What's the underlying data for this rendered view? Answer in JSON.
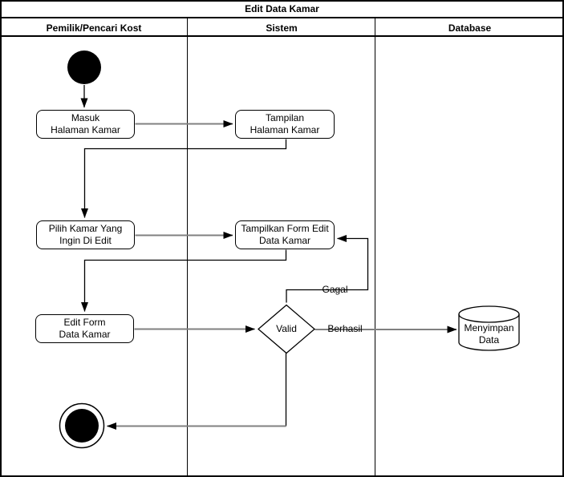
{
  "diagram": {
    "title": "Edit Data Kamar",
    "lanes": [
      {
        "label": "Pemilik/Pencari Kost"
      },
      {
        "label": "Sistem"
      },
      {
        "label": "Database"
      }
    ],
    "nodes": {
      "masuk_halaman_kamar": "Masuk\nHalaman Kamar",
      "tampilan_halaman_kamar": "Tampilan\nHalaman Kamar",
      "pilih_kamar": "Pilih Kamar Yang\nIngin Di Edit",
      "tampilkan_form_edit": "Tampilkan Form Edit\nData Kamar",
      "edit_form": "Edit Form\nData Kamar",
      "valid_decision": "Valid",
      "menyimpan_data": "Menyimpan\nData"
    },
    "edge_labels": {
      "gagal": "Gagal",
      "berhasil": "Berhasil"
    },
    "colors": {
      "line_black": "#000000",
      "connector_gray": "#808080",
      "node_fill": "#ffffff",
      "text": "#000000"
    }
  }
}
